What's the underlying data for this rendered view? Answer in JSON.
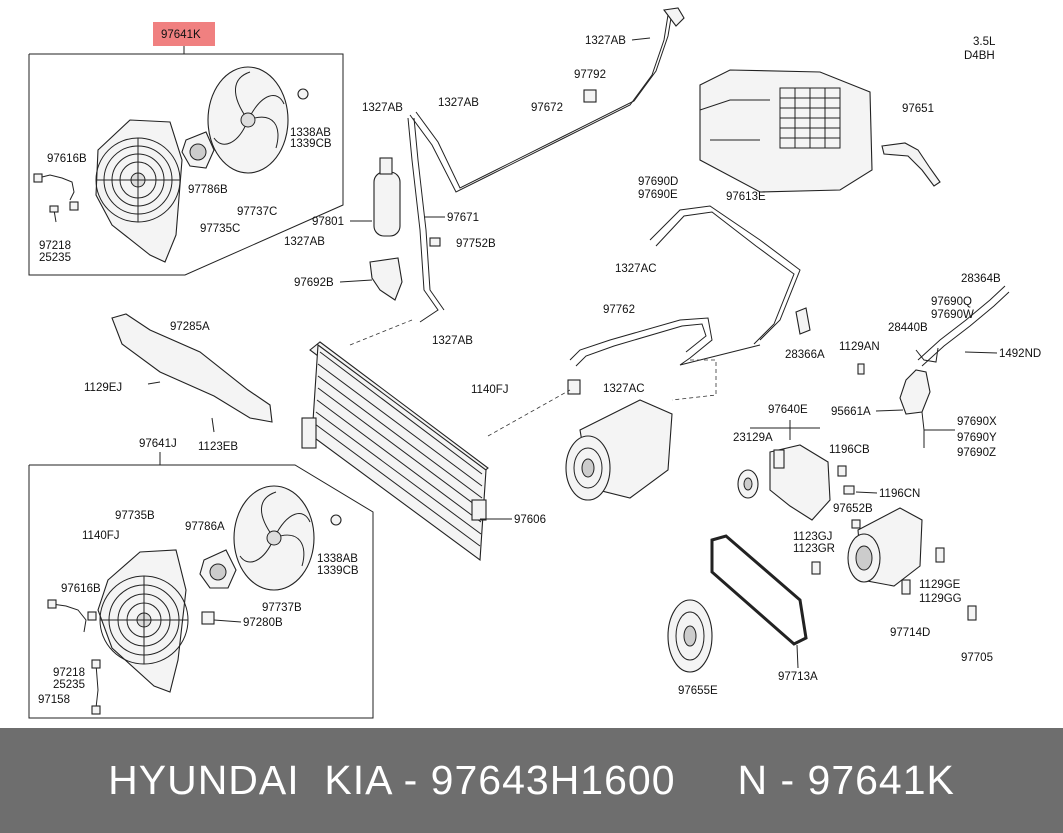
{
  "engine": {
    "line1": "3.5L",
    "line2": "D4BH"
  },
  "highlight": {
    "part_no": "97641K",
    "color": "#f08080"
  },
  "labels": {
    "l_1327ab_top": "1327AB",
    "l_97792": "97792",
    "l_97672": "97672",
    "l_1327ab_a": "1327AB",
    "l_1327ab_b": "1327AB",
    "l_97651": "97651",
    "l_1338ab_1": "1338AB",
    "l_1339cb_1": "1339CB",
    "l_97616b_1": "97616B",
    "l_97786b": "97786B",
    "l_97737c": "97737C",
    "l_97735c": "97735C",
    "l_97218_1": "97218",
    "l_25235_1": "25235",
    "l_97801": "97801",
    "l_97671": "97671",
    "l_1327ab_c": "1327AB",
    "l_97752b": "97752B",
    "l_97692b": "97692B",
    "l_1327ab_d": "1327AB",
    "l_97690d": "97690D",
    "l_97690e": "97690E",
    "l_97613e": "97613E",
    "l_1327ac_1": "1327AC",
    "l_28364b": "28364B",
    "l_97690q": "97690Q",
    "l_97690w": "97690W",
    "l_28440b": "28440B",
    "l_1492nd": "1492ND",
    "l_97285a": "97285A",
    "l_97762": "97762",
    "l_28366a": "28366A",
    "l_1129an": "1129AN",
    "l_1129ej": "1129EJ",
    "l_1140fj_1": "1140FJ",
    "l_1327ac_2": "1327AC",
    "l_1123eb": "1123EB",
    "l_95661a": "95661A",
    "l_97690x": "97690X",
    "l_97690y": "97690Y",
    "l_97690z": "97690Z",
    "l_97640e": "97640E",
    "l_23129a": "23129A",
    "l_1196cb": "1196CB",
    "l_1196cn": "1196CN",
    "l_97641j": "97641J",
    "l_97606": "97606",
    "l_97652b": "97652B",
    "l_97735b": "97735B",
    "l_97786a": "97786A",
    "l_1140fj_2": "1140FJ",
    "l_1338ab_2": "1338AB",
    "l_1339cb_2": "1339CB",
    "l_97616b_2": "97616B",
    "l_97737b": "97737B",
    "l_97280b": "97280B",
    "l_1123gj": "1123GJ",
    "l_1123gr": "1123GR",
    "l_1129ge": "1129GE",
    "l_1129gg": "1129GG",
    "l_97714d": "97714D",
    "l_97218_2": "97218",
    "l_25235_2": "25235",
    "l_97158": "97158",
    "l_97655e": "97655E",
    "l_97713a": "97713A",
    "l_97705": "97705"
  },
  "banner": {
    "text": "HYUNDAI  KIA - 97643H1600     N - 97641K"
  }
}
